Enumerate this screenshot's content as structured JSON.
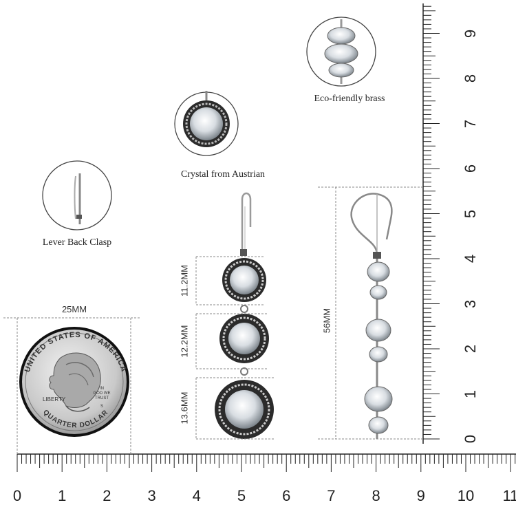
{
  "labels": {
    "lever_back": "Lever Back Clasp",
    "crystal": "Crystal from Austrian",
    "brass": "Eco-friendly brass"
  },
  "dimensions": {
    "coin_width": "25MM",
    "top_height": "11.2MM",
    "mid_height": "12.2MM",
    "bottom_height": "13.6MM",
    "total_length": "56MM"
  },
  "coin": {
    "top_text": "UNITED STATES OF AMERICA",
    "bottom_text": "QUARTER DOLLAR",
    "liberty": "LIBERTY",
    "motto_1": "IN",
    "motto_2": "GOD WE",
    "motto_3": "TRUST",
    "mint": "S"
  },
  "rulers": {
    "horizontal_numbers": [
      "0",
      "1",
      "2",
      "3",
      "4",
      "5",
      "6",
      "7",
      "8",
      "9",
      "10",
      "11"
    ],
    "vertical_numbers": [
      "0",
      "1",
      "2",
      "3",
      "4",
      "5",
      "6",
      "7",
      "8",
      "9"
    ]
  },
  "colors": {
    "ink": "#222222",
    "silver": "#9a9a9a",
    "dark_ring": "#333333",
    "dashed": "#888888"
  }
}
